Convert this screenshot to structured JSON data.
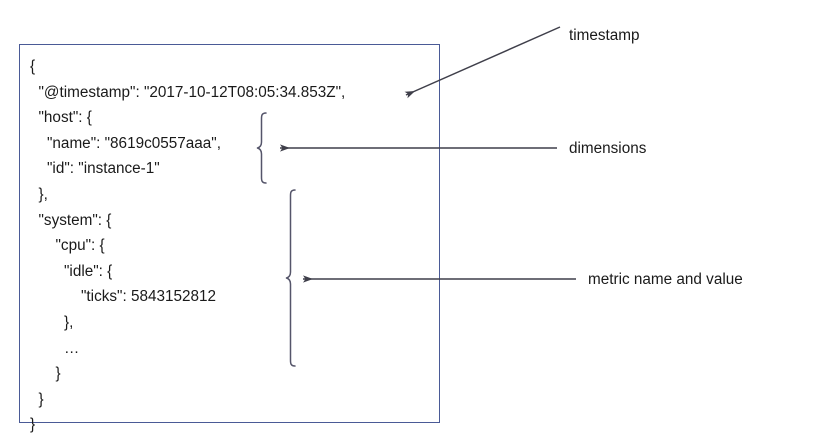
{
  "diagram": {
    "title_text_present": false,
    "box": {
      "border_color": "#4a5a96",
      "background": "#ffffff"
    },
    "json_document": {
      "language": "json",
      "code": "{\n  \"@timestamp\": \"2017-10-12T08:05:34.853Z\",\n  \"host\": {\n    \"name\": \"8619c0557aaa\",\n    \"id\": \"instance-1\"\n  },\n  \"system\": {\n      \"cpu\": {\n        \"idle\": {\n            \"ticks\": 5843152812\n        },\n        …\n      }\n  }\n}",
      "lines": [
        "{",
        "  \"@timestamp\": \"2017-10-12T08:05:34.853Z\",",
        "  \"host\": {",
        "    \"name\": \"8619c0557aaa\",",
        "    \"id\": \"instance-1\"",
        "  },",
        "  \"system\": {",
        "      \"cpu\": {",
        "        \"idle\": {",
        "            \"ticks\": 5843152812",
        "        },",
        "        …",
        "      }",
        "  }",
        "}"
      ],
      "fields": {
        "timestamp_key": "@timestamp",
        "timestamp_value": "2017-10-12T08:05:34.853Z",
        "host_name_key": "name",
        "host_name_value": "8619c0557aaa",
        "host_id_key": "id",
        "host_id_value": "instance-1",
        "metric_path": "system.cpu.idle.ticks",
        "metric_value": "5843152812",
        "ellipsis": "…"
      }
    },
    "annotations": [
      {
        "id": "timestamp",
        "label": "timestamp",
        "arrow": "diagonal-down-left",
        "points_to": "@timestamp field"
      },
      {
        "id": "dimensions",
        "label": "dimensions",
        "arrow": "horizontal-left",
        "points_to": "host object (name, id)",
        "brace": "right-curly-brace"
      },
      {
        "id": "metric",
        "label": "metric name and value",
        "arrow": "horizontal-left",
        "points_to": "system.cpu.idle.ticks",
        "brace": "right-curly-brace"
      }
    ],
    "colors": {
      "text": "#1a1a1a",
      "box_border": "#4a5a96",
      "arrow": "#3f3f4a",
      "brace": "#55556a"
    }
  }
}
